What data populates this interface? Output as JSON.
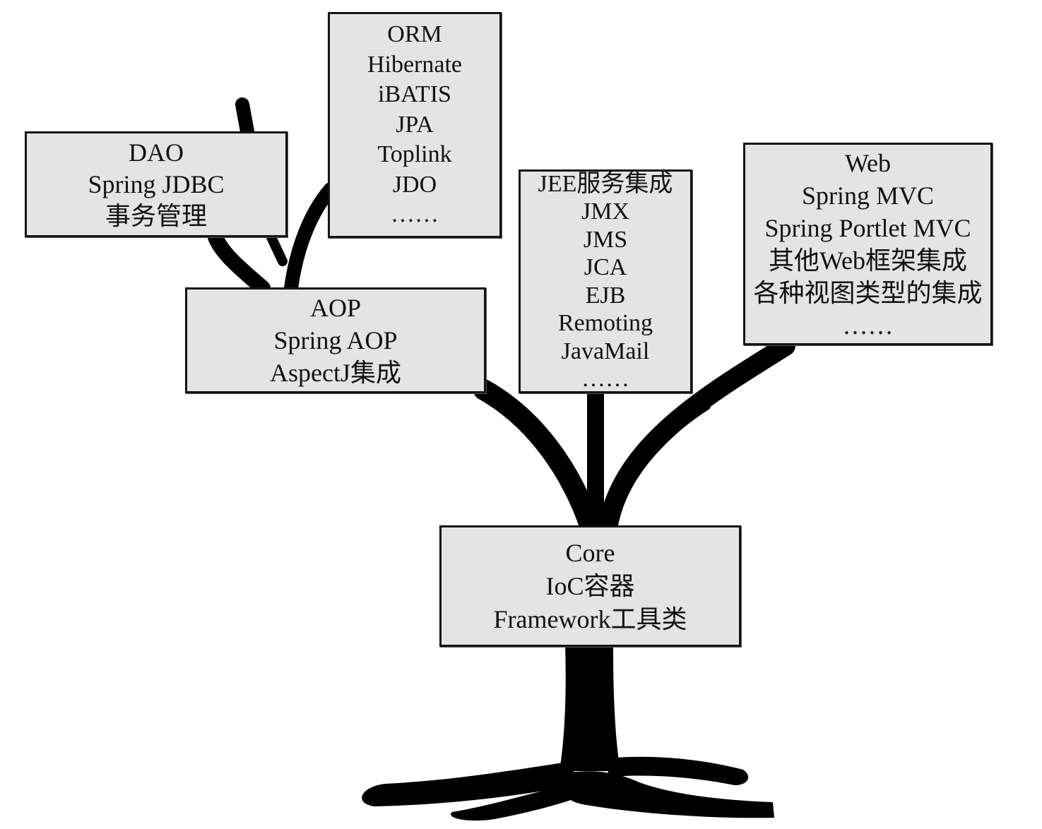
{
  "diagram": {
    "boxes": {
      "dao": {
        "lines": [
          "DAO",
          "Spring JDBC",
          "事务管理"
        ]
      },
      "orm": {
        "lines": [
          "ORM",
          "Hibernate",
          "iBATIS",
          "JPA",
          "Toplink",
          "JDO",
          "……"
        ]
      },
      "aop": {
        "lines": [
          "AOP",
          "Spring AOP",
          "AspectJ集成"
        ]
      },
      "jee": {
        "lines": [
          "JEE服务集成",
          "JMX",
          "JMS",
          "JCA",
          "EJB",
          "Remoting",
          "JavaMail",
          "……"
        ]
      },
      "web": {
        "lines": [
          "Web",
          "Spring MVC",
          "Spring Portlet MVC",
          "其他Web框架集成",
          "各种视图类型的集成",
          "……"
        ]
      },
      "core": {
        "lines": [
          "Core",
          "IoC容器",
          "Framework工具类"
        ]
      }
    },
    "colors": {
      "box_fill": "#e4e4e4",
      "box_border": "#141414",
      "tree": "#000000",
      "background": "#ffffff"
    }
  }
}
